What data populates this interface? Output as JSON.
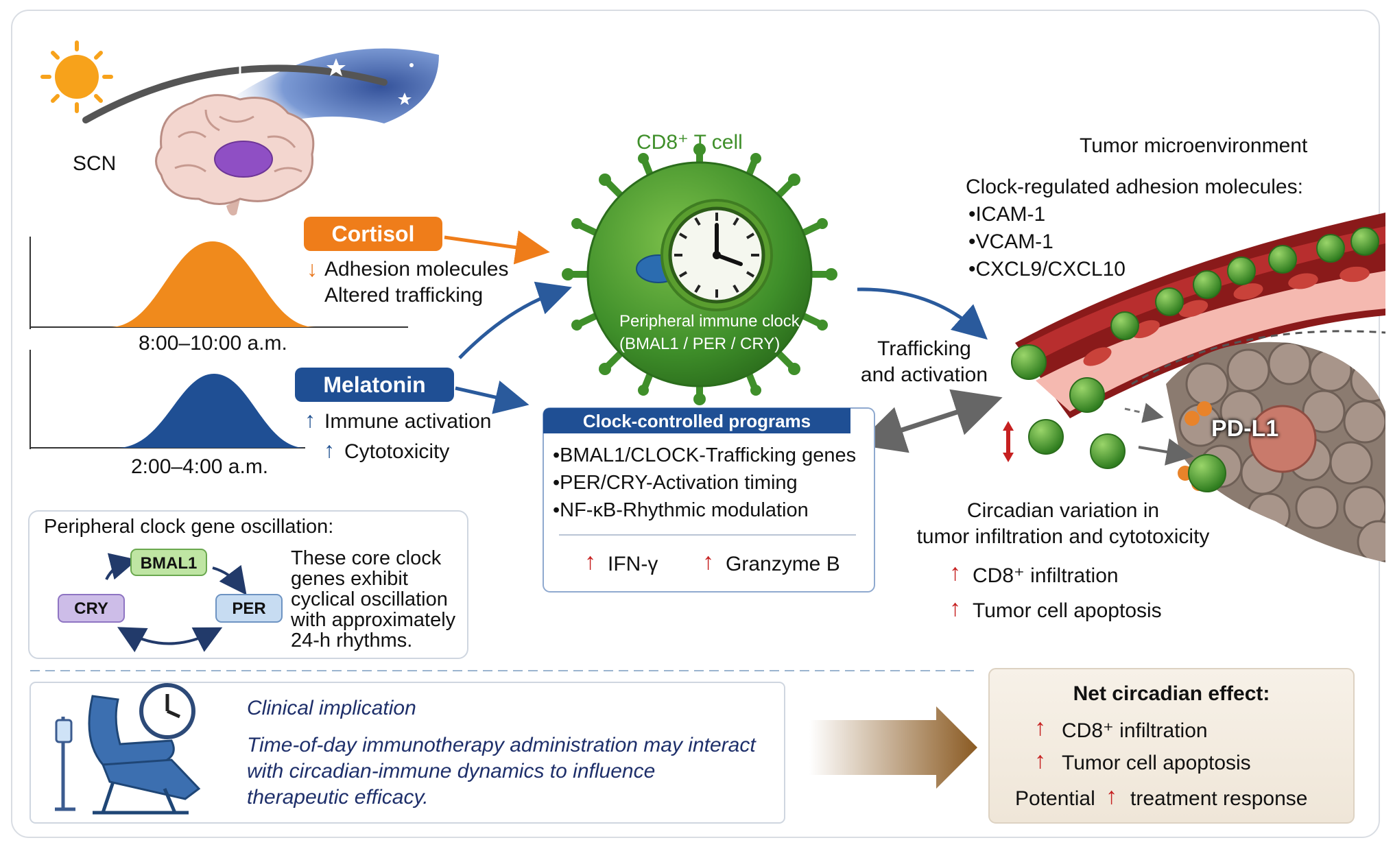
{
  "scn_label": "SCN",
  "cd8_title": "CD8⁺ T cell",
  "cell_clock_line1": "Peripheral immune clock",
  "cell_clock_line2": "(BMAL1 / PER / CRY)",
  "cortisol": {
    "label": "Cortisol",
    "effect1": "Adhesion molecules",
    "effect2": "Altered trafficking",
    "peak_time": "8:00–10:00 a.m.",
    "color": "#ef7d1a"
  },
  "melatonin": {
    "label": "Melatonin",
    "effect1": "Immune activation",
    "effect2": "Cytotoxicity",
    "peak_time": "2:00–4:00 a.m.",
    "color": "#1f4f94"
  },
  "clock_programs": {
    "title": "Clock-controlled programs",
    "items": [
      "•BMAL1/CLOCK-Trafficking genes",
      "•PER/CRY-Activation timing",
      "•NF-κB-Rhythmic modulation"
    ],
    "out1": "IFN-γ",
    "out2": "Granzyme B"
  },
  "trafficking_line1": "Trafficking",
  "trafficking_line2": "and activation",
  "tme": {
    "title": "Tumor microenvironment",
    "adhesion_title": "Clock-regulated adhesion molecules:",
    "adhesion_items": [
      "•ICAM-1",
      "•VCAM-1",
      "•CXCL9/CXCL10"
    ],
    "pdl1": "PD-L1",
    "variation_line1": "Circadian variation in",
    "variation_line2": "tumor infiltration and cytotoxicity",
    "effect1": "CD8⁺ infiltration",
    "effect2": "Tumor cell apoptosis"
  },
  "oscillation": {
    "title": "Peripheral clock gene oscillation:",
    "genes": [
      "BMAL1",
      "PER",
      "CRY"
    ],
    "desc": [
      "These core clock",
      "genes exhibit",
      "cyclical oscillation",
      "with approximately",
      "24-h rhythms."
    ]
  },
  "clinical": {
    "title": "Clinical implication",
    "lines": [
      "Time-of-day immunotherapy administration may interact",
      "with circadian-immune dynamics to influence",
      "therapeutic efficacy."
    ]
  },
  "net_effect": {
    "title": "Net circadian effect:",
    "item1": "CD8⁺ infiltration",
    "item2": "Tumor cell apoptosis",
    "item3_pre": "Potential",
    "item3_post": "treatment response"
  },
  "icons": [
    "sun-icon",
    "moon-icon",
    "brain-icon",
    "clock-icon",
    "infusion-chair-icon",
    "wall-clock-icon"
  ]
}
